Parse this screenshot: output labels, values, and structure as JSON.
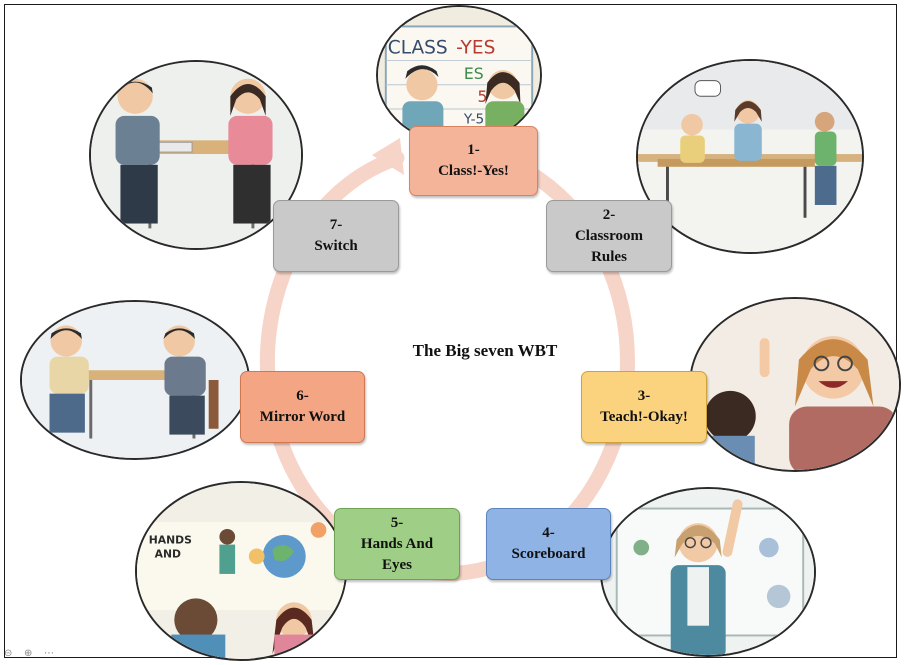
{
  "diagram": {
    "title": "The Big seven WBT",
    "ring_color": "#f7d4c8",
    "steps": [
      {
        "number": "1-",
        "label": "Class!-Yes!",
        "color": "#f4b49a"
      },
      {
        "number": "2-",
        "label": "Classroom Rules",
        "color": "#c9c9c9"
      },
      {
        "number": "3-",
        "label": "Teach!-Okay!",
        "color": "#fbd27d"
      },
      {
        "number": "4-",
        "label": "Scoreboard",
        "color": "#8fb3e4"
      },
      {
        "number": "5-",
        "label": "Hands And Eyes",
        "color": "#9fcf86"
      },
      {
        "number": "6-",
        "label": "Mirror Word",
        "color": "#f3a584"
      },
      {
        "number": "7-",
        "label": "Switch",
        "color": "#c9c9c9"
      }
    ]
  },
  "illustrations": {
    "board_text_1": "CLASS",
    "board_text_2": "-YES",
    "board_text_3": "ES",
    "board_text_4": "5",
    "board_text_5": "Y-5",
    "poster_text_1": "HANDS",
    "poster_text_2": "AND"
  }
}
